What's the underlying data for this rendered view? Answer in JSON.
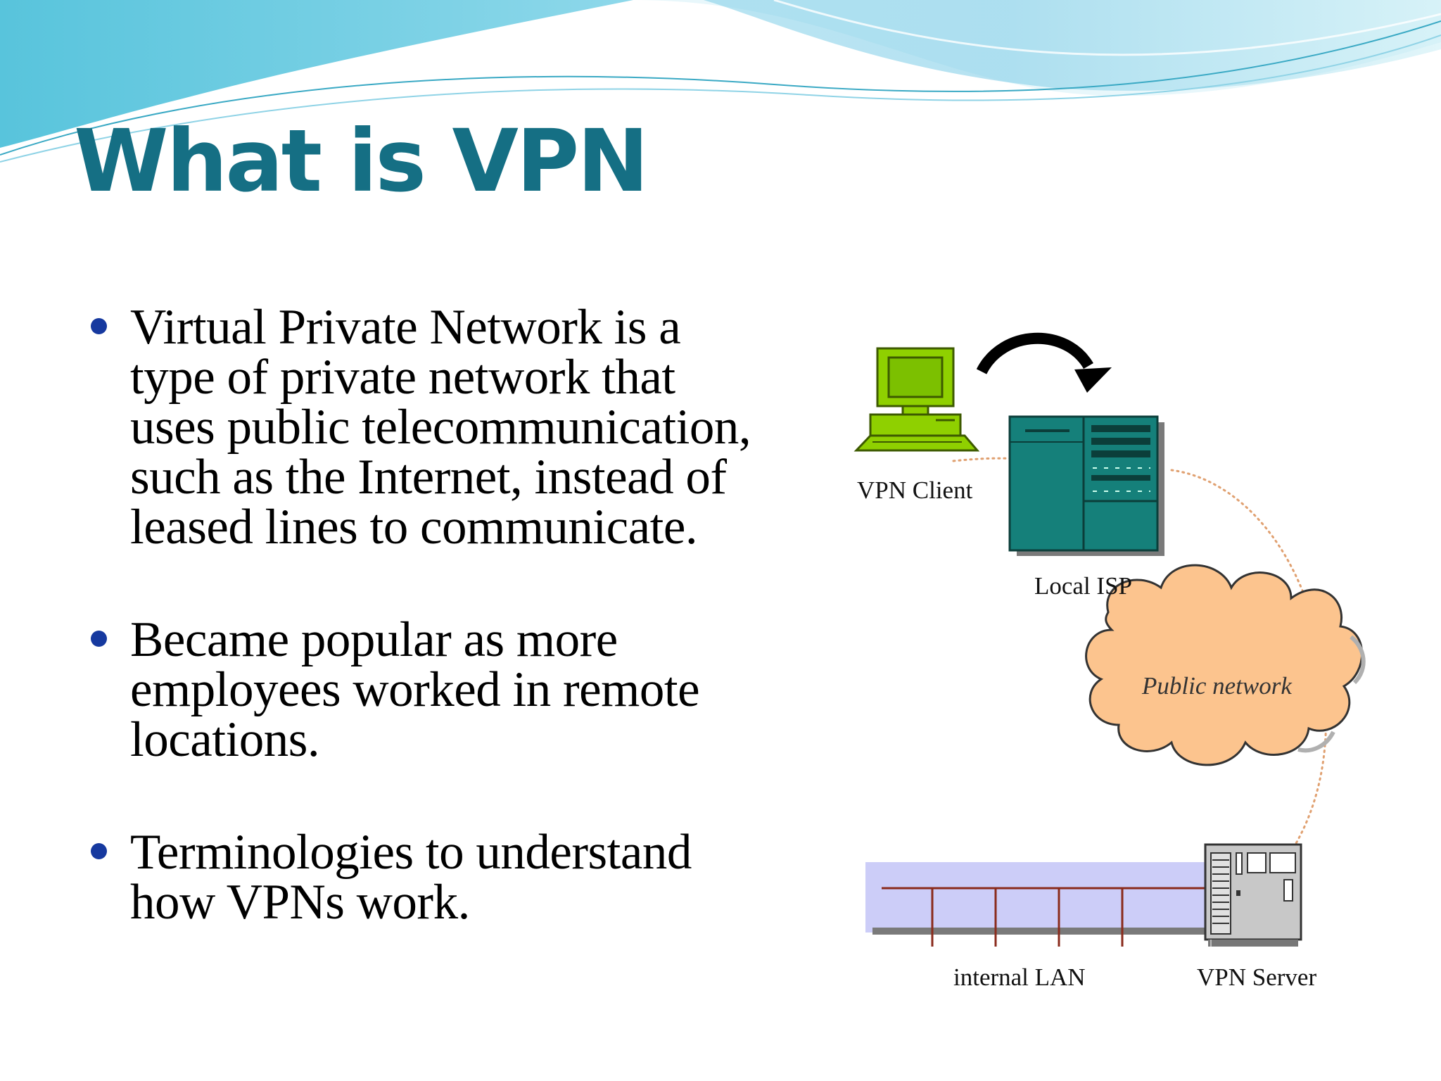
{
  "slide": {
    "title": "What is VPN",
    "bullets": [
      {
        "lines": [
          "Virtual Private Network is a",
          "type of private network that",
          "uses public telecommunication,",
          "such as the Internet, instead of",
          "leased lines to communicate."
        ]
      },
      {
        "lines": [
          "Became popular as more",
          "employees worked in remote",
          "locations."
        ]
      },
      {
        "lines": [
          "Terminologies to understand",
          "how VPNs work."
        ]
      }
    ]
  },
  "diagram": {
    "labels": {
      "vpn_client": "VPN Client",
      "local_isp": "Local ISP",
      "public_network": "Public network",
      "internal_lan": "internal LAN",
      "vpn_server": "VPN Server"
    }
  },
  "colors": {
    "title": "#156f84",
    "bullet": "#16399f",
    "wave_light": "#9bdcec",
    "wave_dark": "#5ec3df",
    "client_green": "#8fd000",
    "isp_teal": "#15807a",
    "cloud_fill": "#fcc48e",
    "lan_fill": "#cccdf8",
    "server_gray": "#c8c8c8"
  }
}
